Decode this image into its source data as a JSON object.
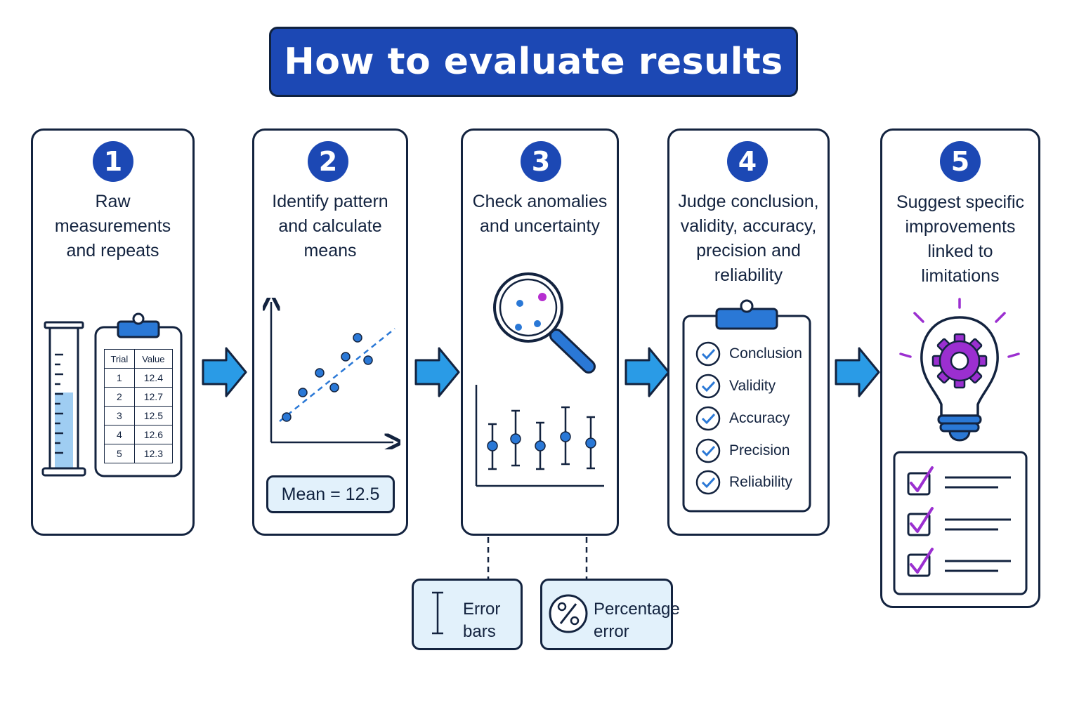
{
  "title": "How to evaluate results",
  "steps": [
    {
      "number": "1",
      "title_lines": [
        "Raw",
        "measurements",
        "and repeats"
      ]
    },
    {
      "number": "2",
      "title_lines": [
        "Identify pattern",
        "and calculate",
        "means"
      ]
    },
    {
      "number": "3",
      "title_lines": [
        "Check anomalies",
        "and uncertainty"
      ]
    },
    {
      "number": "4",
      "title_lines": [
        "Judge conclusion,",
        "validity, accuracy,",
        "precision and",
        "reliability"
      ]
    },
    {
      "number": "5",
      "title_lines": [
        "Suggest specific",
        "improvements",
        "linked to",
        "limitations"
      ]
    }
  ],
  "table": {
    "headers": [
      "Trial",
      "Value"
    ],
    "rows": [
      [
        "1",
        "12.4"
      ],
      [
        "2",
        "12.7"
      ],
      [
        "3",
        "12.5"
      ],
      [
        "4",
        "12.6"
      ],
      [
        "5",
        "12.3"
      ]
    ]
  },
  "mean_label": "Mean = 12.5",
  "checklist": [
    "Conclusion",
    "Validity",
    "Accuracy",
    "Precision",
    "Reliability"
  ],
  "uncertainty_tools": [
    {
      "icon": "error-bar-icon",
      "lines": [
        "Error",
        "bars"
      ]
    },
    {
      "icon": "percent-icon",
      "lines": [
        "Percentage",
        "error"
      ]
    }
  ],
  "colors": {
    "primary": "#1c48b4",
    "accent_blue": "#2a9be6",
    "light_fill": "#e2f1fb",
    "outline": "#13233f",
    "purple": "#9b2fd0"
  }
}
